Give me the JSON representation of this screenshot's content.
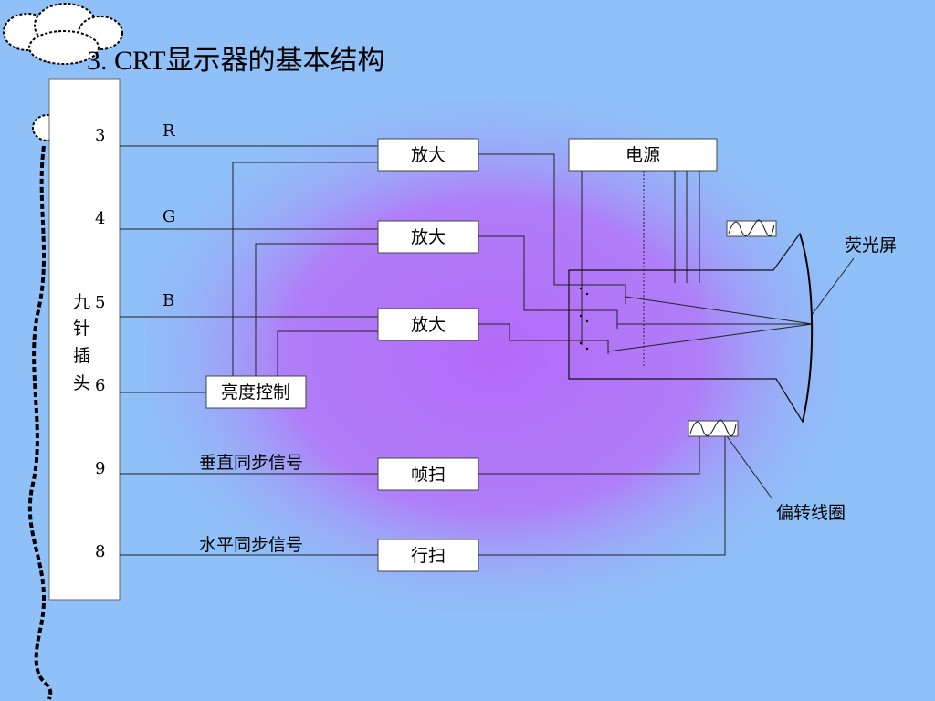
{
  "title": "3. CRT显示器的基本结构",
  "connector": {
    "label_chars": [
      "九",
      "针",
      "插",
      "头"
    ],
    "pins": [
      "3",
      "4",
      "5",
      "6",
      "9",
      "8"
    ]
  },
  "signals": {
    "r": "R",
    "g": "G",
    "b": "B",
    "vsync": "垂直同步信号",
    "hsync": "水平同步信号"
  },
  "blocks": {
    "amp_r": "放大",
    "amp_g": "放大",
    "amp_b": "放大",
    "brightness": "亮度控制",
    "frame_scan": "帧扫",
    "line_scan": "行扫",
    "power": "电源"
  },
  "callouts": {
    "screen": "荧光屏",
    "yoke": "偏转线圈"
  }
}
